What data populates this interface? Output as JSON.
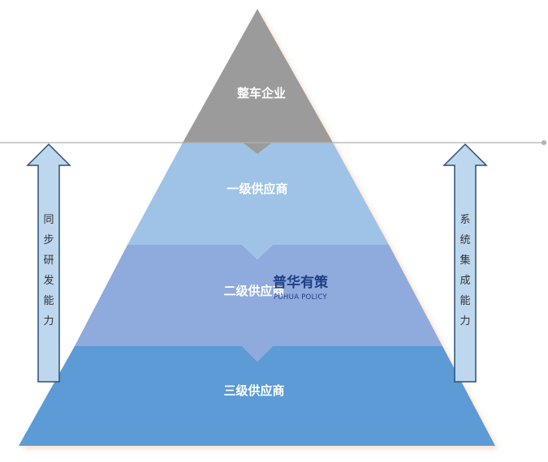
{
  "pyramid": {
    "tiers": [
      {
        "label": "整车企业",
        "color": "#9b9b9b"
      },
      {
        "label": "一级供应商",
        "color": "#9fc3e7"
      },
      {
        "label": "二级供应商",
        "color": "#8faadc"
      },
      {
        "label": "三级供应商",
        "color": "#5b9bd5"
      }
    ]
  },
  "left_arrow": {
    "text": "同步研发能力",
    "fill": "#bdd7ee",
    "stroke": "#2f4f75"
  },
  "right_arrow": {
    "text": "系统集成能力",
    "fill": "#bdd7ee",
    "stroke": "#2f4f75"
  },
  "divider_color": "#b0b0b0",
  "watermark": {
    "cn": "普华有策",
    "en": "PUHUA POLICY"
  }
}
